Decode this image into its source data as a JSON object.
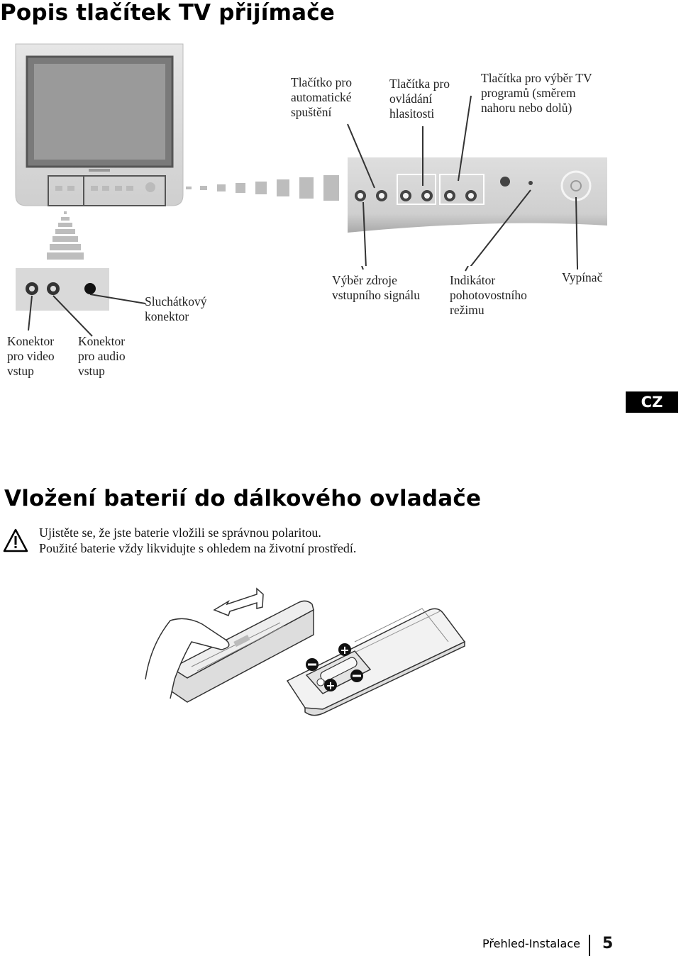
{
  "heading_tv": "Popis tlačítek TV přijímače",
  "labels": {
    "auto_start": [
      "Tlačítko pro",
      "automatické",
      "spuštění"
    ],
    "volume": [
      "Tlačítka pro",
      "ovládání",
      "hlasitosti"
    ],
    "program": [
      "Tlačítka pro výběr TV",
      "programů (směrem",
      "nahoru nebo dolů)"
    ],
    "headphone": [
      "Sluchátkový",
      "konektor"
    ],
    "input_select": [
      "Výběr zdroje",
      "vstupního signálu"
    ],
    "standby_indicator": [
      "Indikátor",
      "pohotovostního",
      "režimu"
    ],
    "power_switch": "Vypínač",
    "video_input": [
      "Konektor",
      "pro video",
      "vstup"
    ],
    "audio_input": [
      "Konektor",
      "pro audio",
      "vstup"
    ]
  },
  "language_tag": "CZ",
  "heading_battery": "Vložení baterií do dálkového ovladače",
  "warning_lines": [
    "Ujistěte se, že jste baterie vložili se správnou polaritou.",
    "Použité baterie vždy likvidujte s ohledem na životní prostředí."
  ],
  "footer": {
    "section": "Přehled-Instalace",
    "page": "5"
  }
}
